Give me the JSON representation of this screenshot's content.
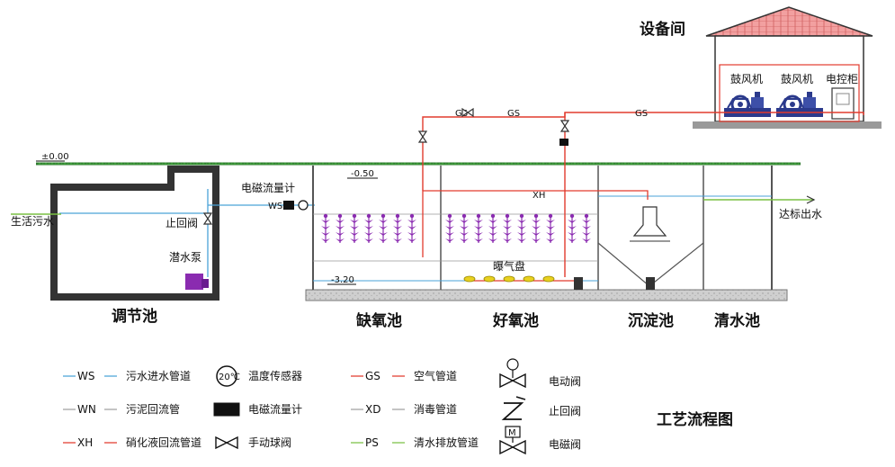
{
  "title": "工艺流程图",
  "building": {
    "title": "设备间",
    "blower1": "鼓风机",
    "blower2": "鼓风机",
    "panel": "电控柜"
  },
  "ground_level": "±0.00",
  "levels": {
    "top": "-0.50",
    "bottom": "-3.20"
  },
  "inflow_label": "生活污水",
  "outflow_label": "达标出水",
  "equipment": {
    "check_valve": "止回阀",
    "pump": "潜水泵",
    "flowmeter": "电磁流量计",
    "aerator": "曝气盘"
  },
  "pipe_tags": {
    "ws": "WS",
    "xh": "XH",
    "gs1": "GS",
    "gs2": "GS",
    "gs3": "GS"
  },
  "tanks": [
    "调节池",
    "缺氧池",
    "好氧池",
    "沉淀池",
    "清水池"
  ],
  "legend": {
    "lines": [
      {
        "code": "WS",
        "name": "污水进水管道",
        "color": "#4aa3d8"
      },
      {
        "code": "WN",
        "name": "污泥回流管",
        "color": "#a0a0a0"
      },
      {
        "code": "XH",
        "name": "硝化液回流管道",
        "color": "#e23b2e"
      },
      {
        "code": "GS",
        "name": "空气管道",
        "color": "#e23b2e"
      },
      {
        "code": "XD",
        "name": "消毒管道",
        "color": "#a0a0a0"
      },
      {
        "code": "PS",
        "name": "清水排放管道",
        "color": "#7ac143"
      }
    ],
    "symbols": [
      {
        "icon": "temperature-sensor",
        "name": "温度传感器",
        "text": "20℃"
      },
      {
        "icon": "flowmeter",
        "name": "电磁流量计"
      },
      {
        "icon": "manual-ball-valve",
        "name": "手动球阀"
      },
      {
        "icon": "electric-valve",
        "name": "电动阀"
      },
      {
        "icon": "check-valve",
        "name": "止回阀"
      },
      {
        "icon": "solenoid-valve",
        "name": "电磁阀",
        "text": "M"
      }
    ]
  },
  "colors": {
    "water": "#4aa3d8",
    "air": "#e23b2e",
    "clean": "#7ac143",
    "grass": "#3e9a3a",
    "diffuser": "#8a2bb0",
    "roof": "#e07070",
    "concrete": "#c9c9c9"
  }
}
